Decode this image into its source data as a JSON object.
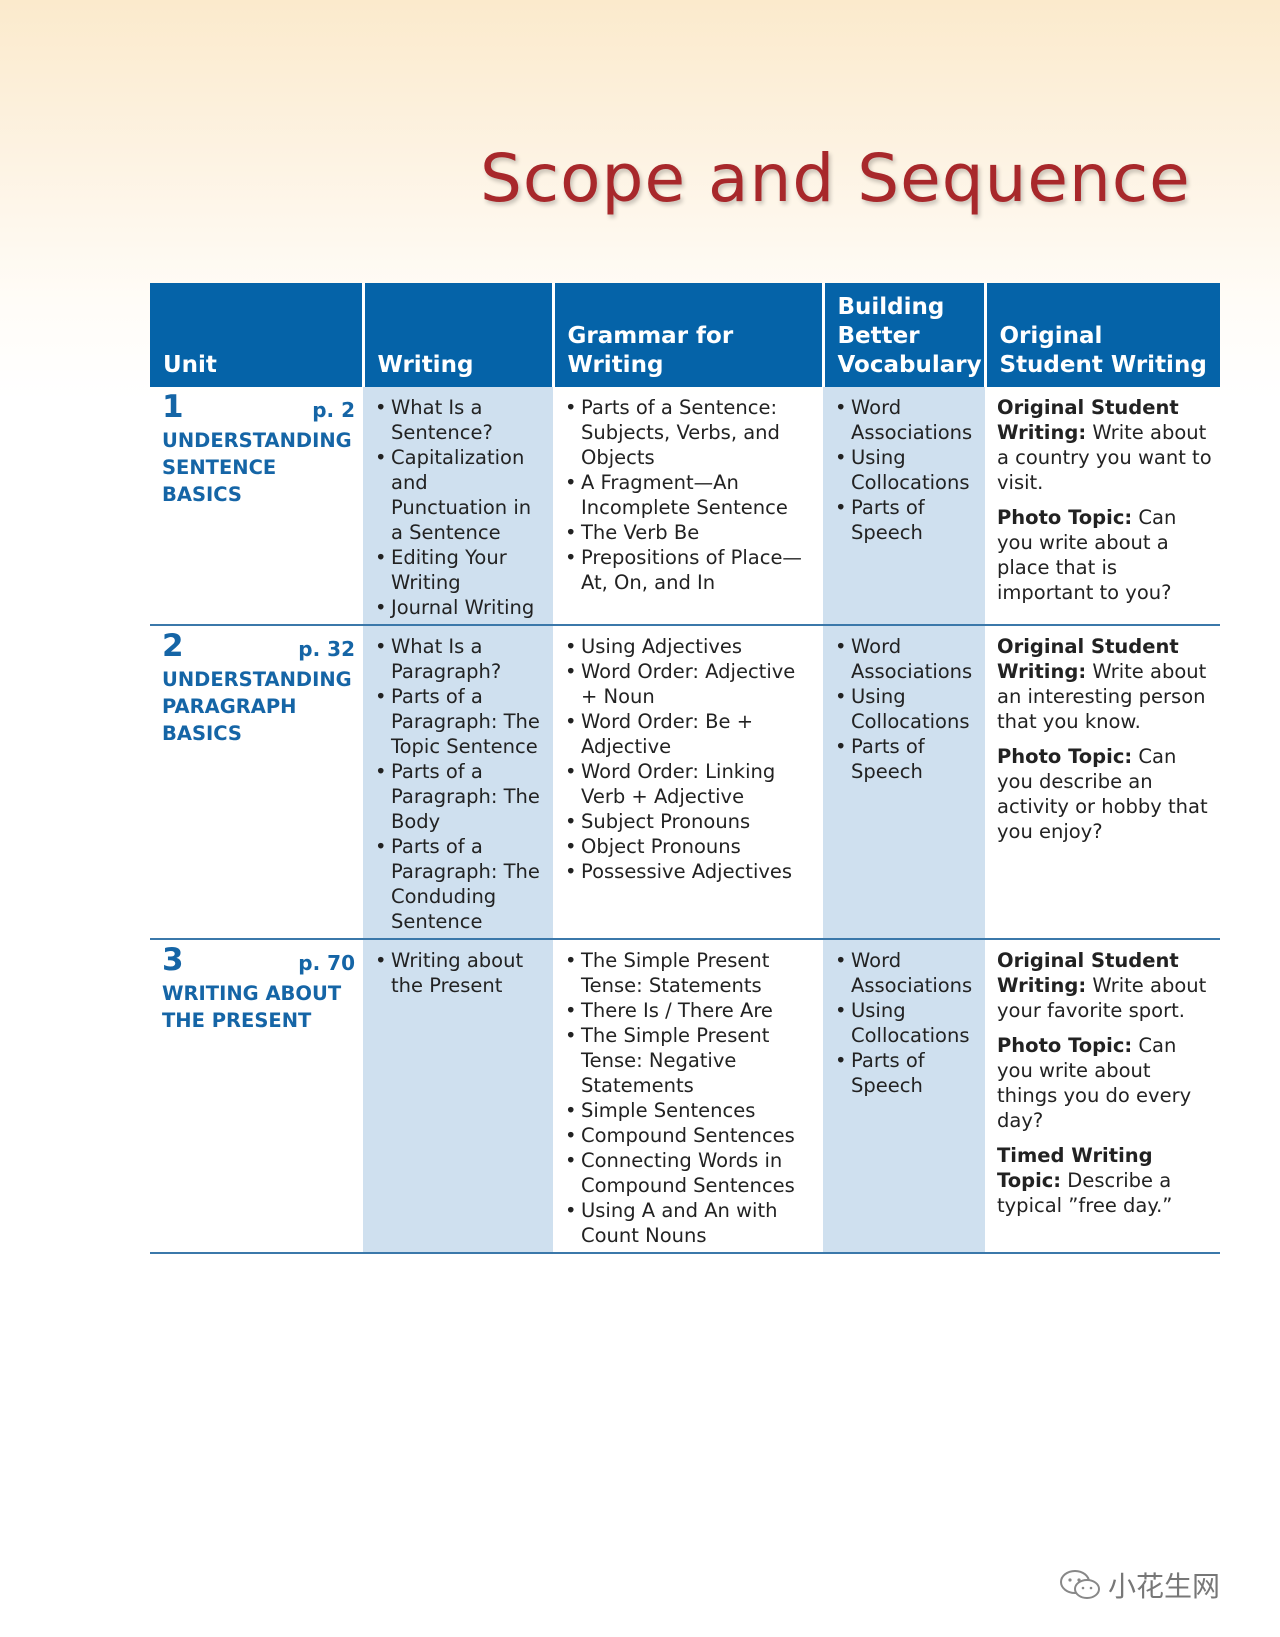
{
  "title": "Scope and Sequence",
  "headers": [
    "Unit",
    "Writing",
    "Grammar for Writing",
    "Building Better Vocabulary",
    "Original Student Writing"
  ],
  "units": [
    {
      "number": "1",
      "page": "p. 2",
      "title": "UNDERSTANDING SENTENCE BASICS",
      "writing": [
        "What Is a Sentence?",
        "Capitalization and Punctuation in a Sentence",
        "Editing Your Writing",
        "Journal Writing"
      ],
      "grammar": [
        "Parts of a Sentence: Subjects, Verbs, and Objects",
        "A Fragment—An Incomplete Sentence",
        "The Verb Be",
        "Prepositions of Place— At, On, and In"
      ],
      "vocabulary": [
        "Word Associations",
        "Using Collocations",
        "Parts of Speech"
      ],
      "tasks": [
        {
          "label": "Original Student Writing:",
          "text": " Write about a country you want to visit."
        },
        {
          "label": "Photo Topic:",
          "text": " Can you write about a place that is important to you?"
        }
      ]
    },
    {
      "number": "2",
      "page": "p. 32",
      "title": "UNDERSTANDING PARAGRAPH BASICS",
      "writing": [
        "What Is a Paragraph?",
        "Parts of a Paragraph: The Topic Sentence",
        "Parts of a Paragraph: The Body",
        "Parts of a Paragraph: The Conduding Sentence"
      ],
      "grammar": [
        "Using Adjectives",
        "Word Order: Adjective + Noun",
        "Word Order: Be + Adjective",
        "Word Order: Linking Verb + Adjective",
        "Subject Pronouns",
        "Object Pronouns",
        "Possessive Adjectives"
      ],
      "vocabulary": [
        "Word Associations",
        "Using Collocations",
        "Parts of Speech"
      ],
      "tasks": [
        {
          "label": "Original Student Writing:",
          "text": " Write about an interesting person that you know."
        },
        {
          "label": "Photo Topic:",
          "text": " Can you describe an activity or hobby that you enjoy?"
        }
      ]
    },
    {
      "number": "3",
      "page": "p. 70",
      "title": "WRITING ABOUT THE PRESENT",
      "writing": [
        "Writing about the Present"
      ],
      "grammar": [
        "The Simple Present Tense: Statements",
        "There Is / There Are",
        "The Simple Present Tense: Negative Statements",
        "Simple Sentences",
        "Compound Sentences",
        "Connecting Words in Compound Sentences",
        "Using A and An with Count Nouns"
      ],
      "vocabulary": [
        "Word Associations",
        "Using Collocations",
        "Parts of Speech"
      ],
      "tasks": [
        {
          "label": "Original Student Writing:",
          "text": " Write about your favorite sport."
        },
        {
          "label": "Photo Topic:",
          "text": " Can you write about things you do every day?"
        },
        {
          "label": "Timed Writing Topic:",
          "text": " Describe a typical ”free day.”"
        }
      ]
    }
  ],
  "watermark": "小花生网"
}
